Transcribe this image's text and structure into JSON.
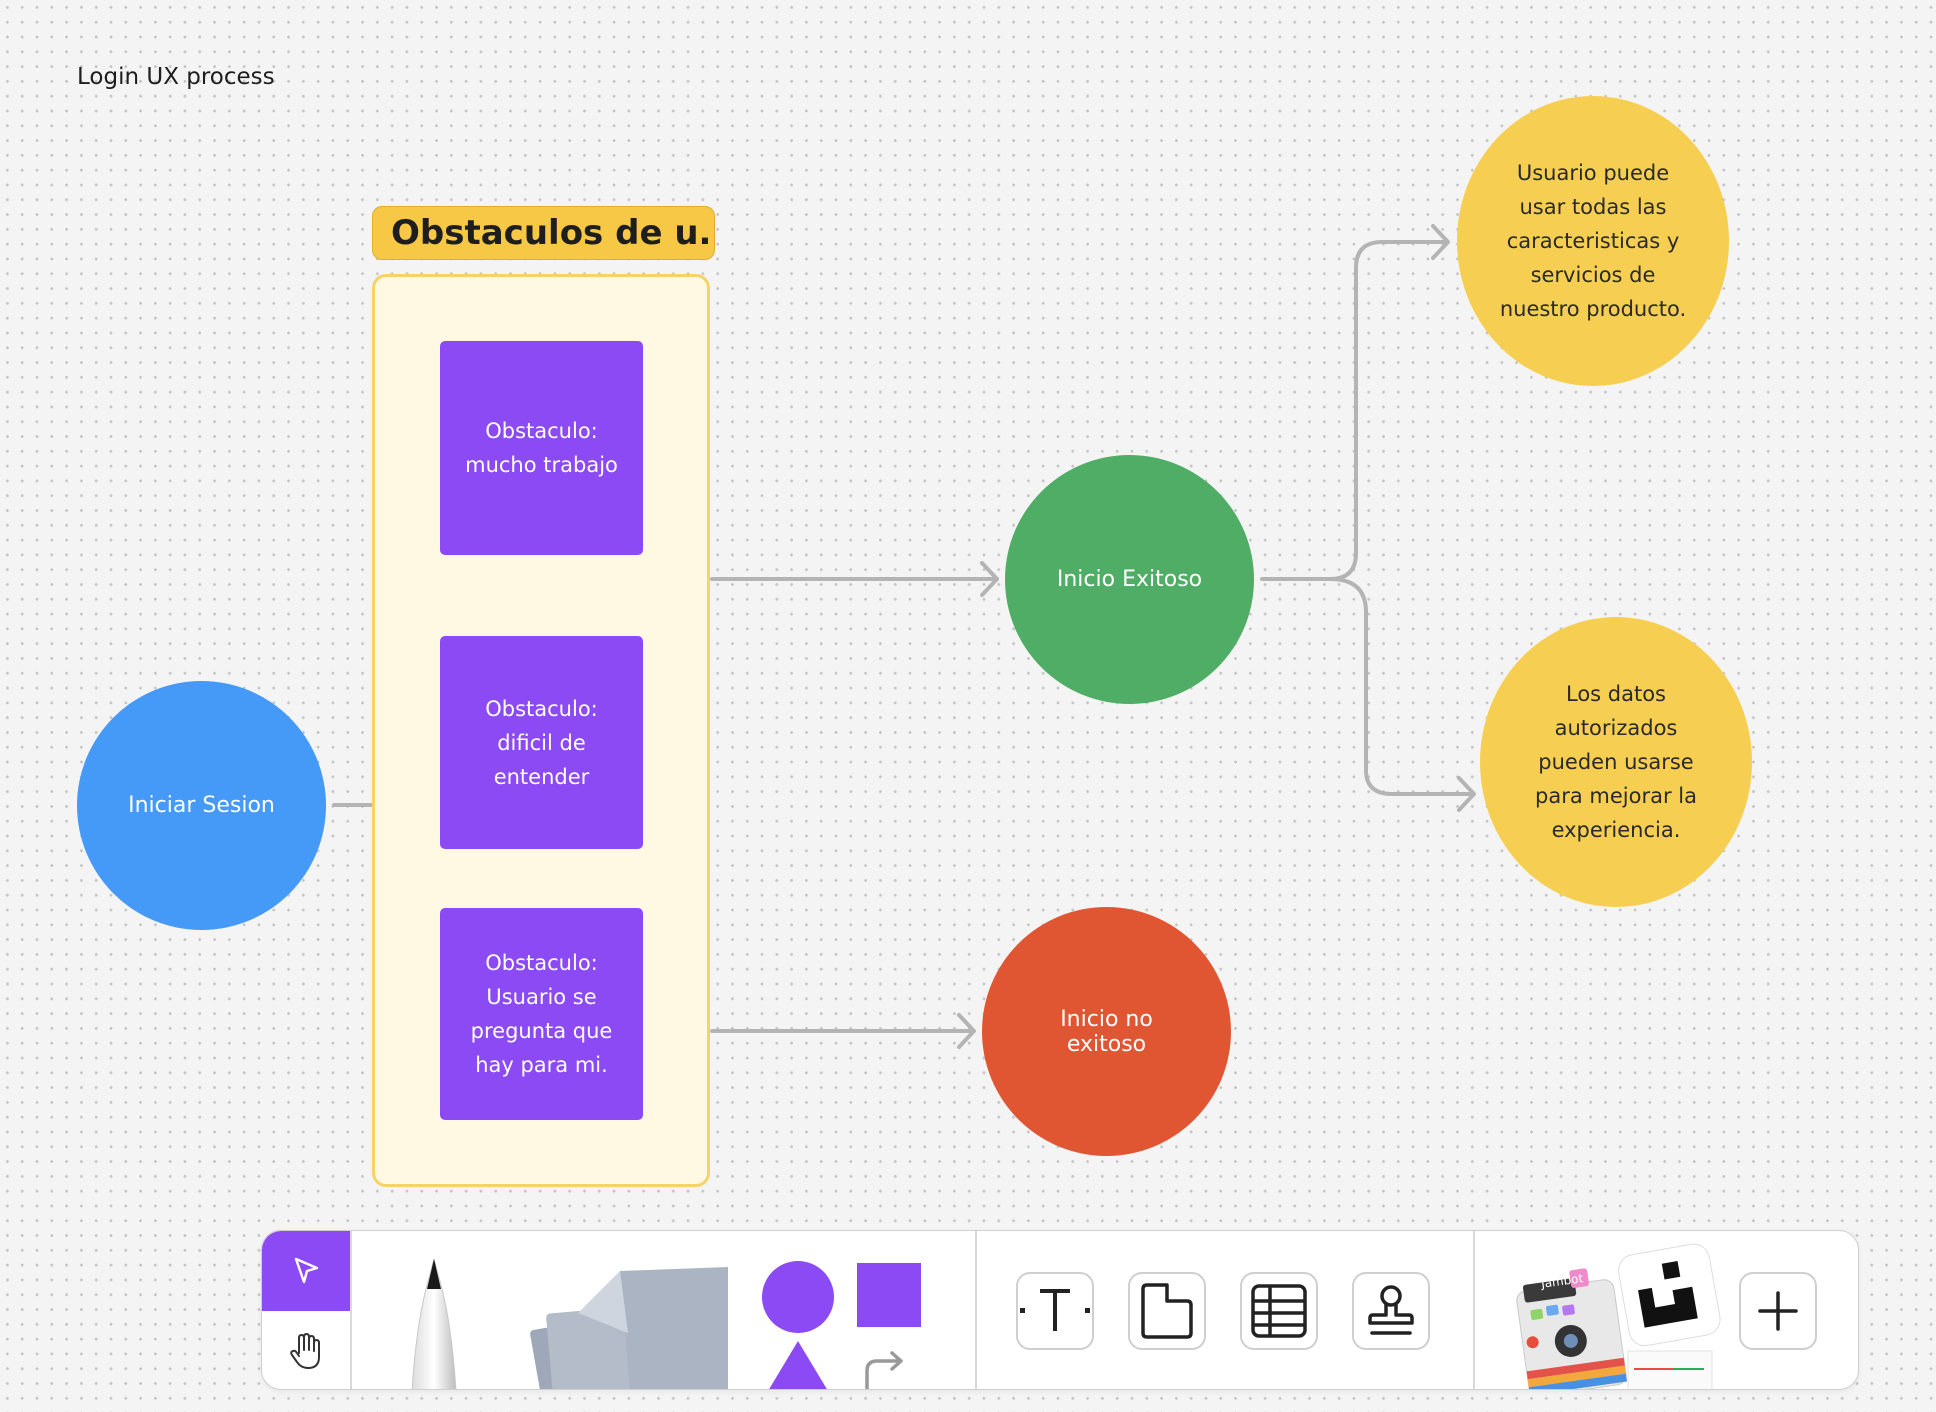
{
  "board": {
    "title": "Login UX process"
  },
  "section": {
    "label": "Obstaculos de u..."
  },
  "stickies": [
    {
      "text": "Obstaculo: mucho trabajo"
    },
    {
      "text": "Obstaculo: dificil de entender"
    },
    {
      "text": "Obstaculo: Usuario se pregunta que hay para mi."
    }
  ],
  "nodes": {
    "start": {
      "text": "Iniciar Sesion",
      "color": "#4599f7"
    },
    "success": {
      "text": "Inicio Exitoso",
      "color": "#50ad66"
    },
    "failure": {
      "text": "Inicio no exitoso",
      "color": "#e05633"
    },
    "outcome_1": {
      "text": "Usuario puede usar todas las caracteristicas y servicios de nuestro producto.",
      "color": "#f6cf52"
    },
    "outcome_2": {
      "text": "Los datos autorizados pueden usarse para mejorar la experiencia.",
      "color": "#f6cf52"
    }
  },
  "colors": {
    "accent": "#8c4af4",
    "section_label": "#f6c846",
    "connector": "#b4b4b4"
  },
  "toolbar": {
    "tools": [
      {
        "name": "select",
        "icon": "cursor-arrow-icon",
        "active": true
      },
      {
        "name": "hand",
        "icon": "hand-icon",
        "active": false
      },
      {
        "name": "marker",
        "icon": "marker-pen-icon"
      },
      {
        "name": "sticky-notes",
        "icon": "sticky-note-stack-icon"
      },
      {
        "name": "shapes",
        "icon": "shapes-icon"
      },
      {
        "name": "text",
        "icon": "text-icon"
      },
      {
        "name": "section",
        "icon": "section-icon"
      },
      {
        "name": "table",
        "icon": "table-icon"
      },
      {
        "name": "stamp",
        "icon": "stamp-icon"
      },
      {
        "name": "jambot",
        "icon": "jambot-widget-icon",
        "label": "Jambot"
      },
      {
        "name": "widget",
        "icon": "widget-logo-icon"
      },
      {
        "name": "more",
        "icon": "plus-icon"
      }
    ]
  }
}
